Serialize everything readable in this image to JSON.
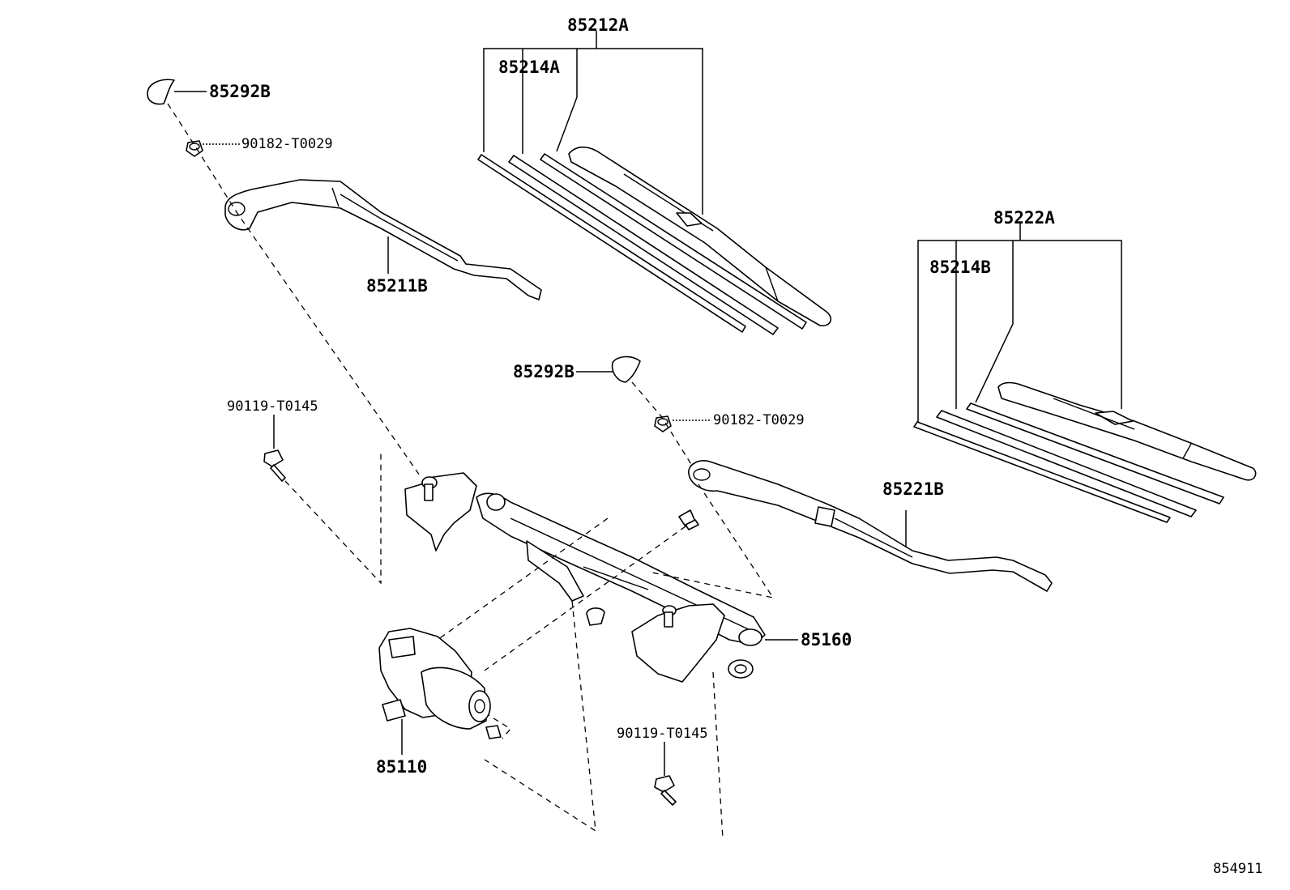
{
  "labels": {
    "blade_left_assy": "85212A",
    "blade_left_rubber": "85214A",
    "cap_left": "85292B",
    "nut_left": "90182-T0029",
    "arm_left": "85211B",
    "bolt_left": "90119-T0145",
    "cap_right": "85292B",
    "nut_right": "90182-T0029",
    "blade_right_assy": "85222A",
    "blade_right_rubber": "85214B",
    "arm_right": "85221B",
    "link": "85160",
    "motor": "85110",
    "bolt_bottom": "90119-T0145",
    "drawing_ref": "854911"
  }
}
